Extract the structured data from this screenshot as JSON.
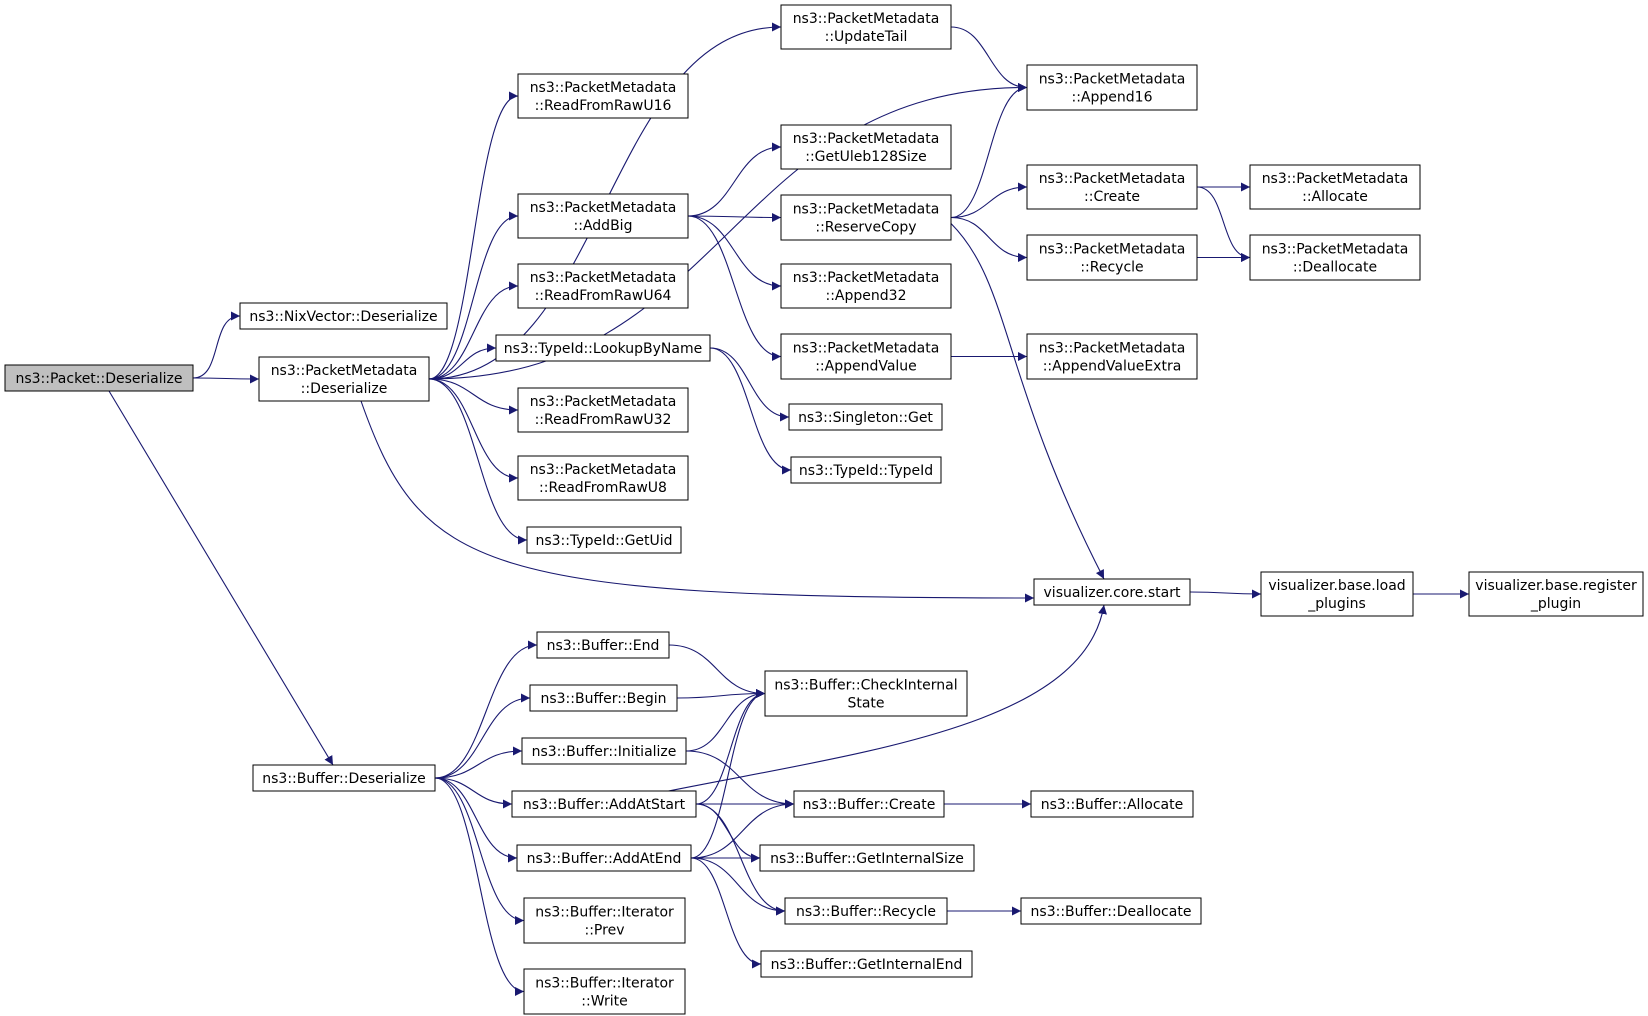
{
  "colors": {
    "edge": "#191970",
    "root_fill": "#bfbfbf",
    "node_fill": "#ffffff",
    "node_border": "#000000"
  },
  "nodes": {
    "packet_deserialize": [
      "ns3::Packet::Deserialize"
    ],
    "nixvector_deserialize": [
      "ns3::NixVector::Deserialize"
    ],
    "pm_deserialize": [
      "ns3::PacketMetadata",
      "::Deserialize"
    ],
    "buffer_deserialize": [
      "ns3::Buffer::Deserialize"
    ],
    "pm_read_u16": [
      "ns3::PacketMetadata",
      "::ReadFromRawU16"
    ],
    "pm_addbig": [
      "ns3::PacketMetadata",
      "::AddBig"
    ],
    "pm_read_u64": [
      "ns3::PacketMetadata",
      "::ReadFromRawU64"
    ],
    "typeid_lookup": [
      "ns3::TypeId::LookupByName"
    ],
    "pm_read_u32": [
      "ns3::PacketMetadata",
      "::ReadFromRawU32"
    ],
    "pm_read_u8": [
      "ns3::PacketMetadata",
      "::ReadFromRawU8"
    ],
    "typeid_getuid": [
      "ns3::TypeId::GetUid"
    ],
    "pm_updatetail": [
      "ns3::PacketMetadata",
      "::UpdateTail"
    ],
    "pm_getuleb": [
      "ns3::PacketMetadata",
      "::GetUleb128Size"
    ],
    "pm_reservecopy": [
      "ns3::PacketMetadata",
      "::ReserveCopy"
    ],
    "pm_append32": [
      "ns3::PacketMetadata",
      "::Append32"
    ],
    "pm_appendvalue": [
      "ns3::PacketMetadata",
      "::AppendValue"
    ],
    "singleton_get": [
      "ns3::Singleton::Get"
    ],
    "typeid_typeid": [
      "ns3::TypeId::TypeId"
    ],
    "pm_append16": [
      "ns3::PacketMetadata",
      "::Append16"
    ],
    "pm_create": [
      "ns3::PacketMetadata",
      "::Create"
    ],
    "pm_recycle": [
      "ns3::PacketMetadata",
      "::Recycle"
    ],
    "pm_appendvalueextra": [
      "ns3::PacketMetadata",
      "::AppendValueExtra"
    ],
    "pm_allocate": [
      "ns3::PacketMetadata",
      "::Allocate"
    ],
    "pm_deallocate": [
      "ns3::PacketMetadata",
      "::Deallocate"
    ],
    "vis_core_start": [
      "visualizer.core.start"
    ],
    "vis_load_plugins": [
      "visualizer.base.load",
      "_plugins"
    ],
    "vis_register_plugin": [
      "visualizer.base.register",
      "_plugin"
    ],
    "buffer_end": [
      "ns3::Buffer::End"
    ],
    "buffer_begin": [
      "ns3::Buffer::Begin"
    ],
    "buffer_initialize": [
      "ns3::Buffer::Initialize"
    ],
    "buffer_addatstart": [
      "ns3::Buffer::AddAtStart"
    ],
    "buffer_addatend": [
      "ns3::Buffer::AddAtEnd"
    ],
    "buffer_iter_prev": [
      "ns3::Buffer::Iterator",
      "::Prev"
    ],
    "buffer_iter_write": [
      "ns3::Buffer::Iterator",
      "::Write"
    ],
    "buffer_checkinternal": [
      "ns3::Buffer::CheckInternal",
      "State"
    ],
    "buffer_create": [
      "ns3::Buffer::Create"
    ],
    "buffer_getinternalsize": [
      "ns3::Buffer::GetInternalSize"
    ],
    "buffer_recycle": [
      "ns3::Buffer::Recycle"
    ],
    "buffer_getinternalend": [
      "ns3::Buffer::GetInternalEnd"
    ],
    "buffer_allocate": [
      "ns3::Buffer::Allocate"
    ],
    "buffer_deallocate": [
      "ns3::Buffer::Deallocate"
    ]
  },
  "root": "packet_deserialize",
  "edges": [
    [
      "packet_deserialize",
      "nixvector_deserialize"
    ],
    [
      "packet_deserialize",
      "pm_deserialize"
    ],
    [
      "packet_deserialize",
      "buffer_deserialize"
    ],
    [
      "pm_deserialize",
      "pm_read_u16"
    ],
    [
      "pm_deserialize",
      "pm_append16"
    ],
    [
      "pm_deserialize",
      "pm_updatetail"
    ],
    [
      "pm_deserialize",
      "pm_addbig"
    ],
    [
      "pm_deserialize",
      "pm_read_u64"
    ],
    [
      "pm_deserialize",
      "typeid_lookup"
    ],
    [
      "pm_deserialize",
      "pm_read_u32"
    ],
    [
      "pm_deserialize",
      "pm_read_u8"
    ],
    [
      "pm_deserialize",
      "typeid_getuid"
    ],
    [
      "pm_deserialize",
      "vis_core_start"
    ],
    [
      "pm_addbig",
      "pm_getuleb"
    ],
    [
      "pm_addbig",
      "pm_reservecopy"
    ],
    [
      "pm_addbig",
      "pm_append32"
    ],
    [
      "pm_addbig",
      "pm_appendvalue"
    ],
    [
      "pm_updatetail",
      "pm_append16"
    ],
    [
      "pm_reservecopy",
      "pm_append16"
    ],
    [
      "pm_reservecopy",
      "pm_create"
    ],
    [
      "pm_reservecopy",
      "pm_recycle"
    ],
    [
      "pm_reservecopy",
      "vis_core_start"
    ],
    [
      "pm_create",
      "pm_allocate"
    ],
    [
      "pm_create",
      "pm_deallocate"
    ],
    [
      "pm_recycle",
      "pm_deallocate"
    ],
    [
      "pm_appendvalue",
      "pm_appendvalueextra"
    ],
    [
      "typeid_lookup",
      "singleton_get"
    ],
    [
      "typeid_lookup",
      "typeid_typeid"
    ],
    [
      "vis_core_start",
      "vis_load_plugins"
    ],
    [
      "vis_load_plugins",
      "vis_register_plugin"
    ],
    [
      "buffer_deserialize",
      "buffer_end"
    ],
    [
      "buffer_deserialize",
      "buffer_begin"
    ],
    [
      "buffer_deserialize",
      "buffer_initialize"
    ],
    [
      "buffer_deserialize",
      "buffer_addatstart"
    ],
    [
      "buffer_deserialize",
      "buffer_addatend"
    ],
    [
      "buffer_deserialize",
      "buffer_iter_prev"
    ],
    [
      "buffer_deserialize",
      "buffer_iter_write"
    ],
    [
      "buffer_end",
      "buffer_checkinternal"
    ],
    [
      "buffer_begin",
      "buffer_checkinternal"
    ],
    [
      "buffer_initialize",
      "buffer_checkinternal"
    ],
    [
      "buffer_initialize",
      "buffer_create"
    ],
    [
      "buffer_addatstart",
      "buffer_checkinternal"
    ],
    [
      "buffer_addatstart",
      "vis_core_start"
    ],
    [
      "buffer_addatstart",
      "buffer_create"
    ],
    [
      "buffer_addatstart",
      "buffer_getinternalsize"
    ],
    [
      "buffer_addatstart",
      "buffer_recycle"
    ],
    [
      "buffer_addatend",
      "buffer_checkinternal"
    ],
    [
      "buffer_addatend",
      "buffer_create"
    ],
    [
      "buffer_addatend",
      "buffer_getinternalsize"
    ],
    [
      "buffer_addatend",
      "buffer_recycle"
    ],
    [
      "buffer_addatend",
      "buffer_getinternalend"
    ],
    [
      "buffer_create",
      "buffer_allocate"
    ],
    [
      "buffer_recycle",
      "buffer_deallocate"
    ]
  ]
}
